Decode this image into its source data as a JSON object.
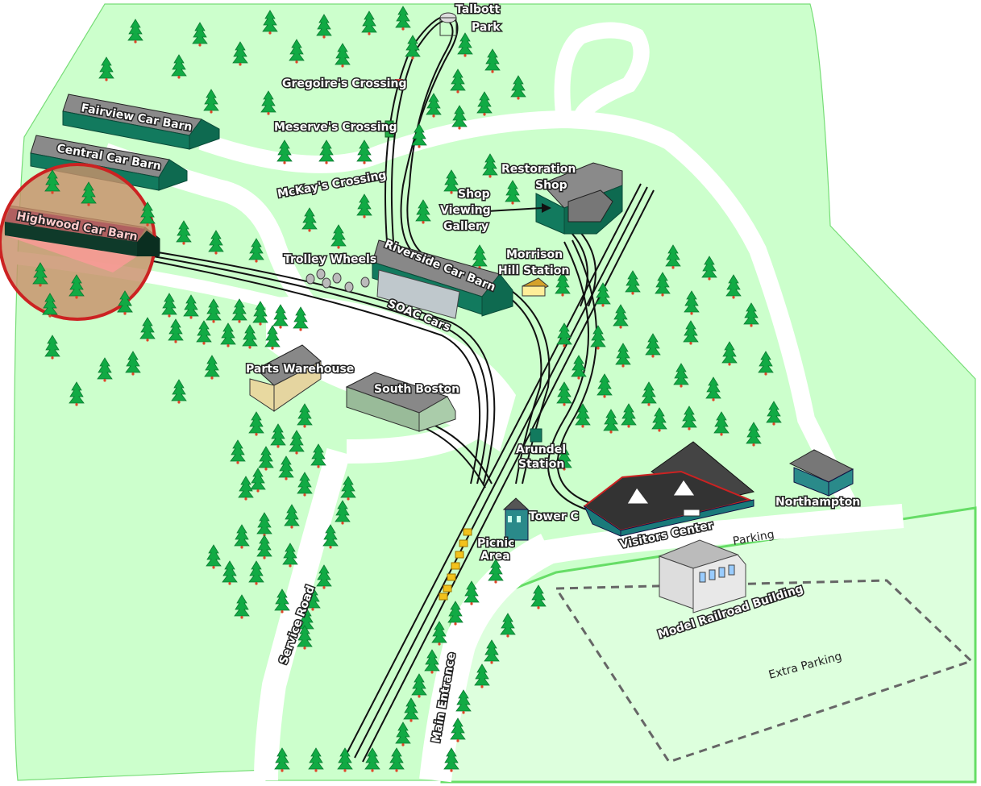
{
  "labels": {
    "talbott_park": [
      "Talbott",
      "Park"
    ],
    "gregoire_crossing": "Gregoire's Crossing",
    "meserve_crossing": "Meserve's Crossing",
    "mckay_crossing": "McKay's Crossing",
    "fairview_car_barn": "Fairview Car Barn",
    "central_car_barn": "Central Car Barn",
    "highwood_car_barn": "Highwood Car Barn",
    "trolley_wheels": "Trolley Wheels",
    "restoration_shop": [
      "Restoration",
      "Shop"
    ],
    "shop_viewing_gallery": [
      "Shop",
      "Viewing",
      "Gallery"
    ],
    "morrison_hill_station": [
      "Morrison",
      "Hill Station"
    ],
    "riverside_car_barn": "Riverside Car Barn",
    "soac_cars": "SOAC Cars",
    "parts_warehouse": "Parts Warehouse",
    "south_boston": "South Boston",
    "arundel_station": [
      "Arundel",
      "Station"
    ],
    "tower_c": "Tower C",
    "picnic_area": [
      "Picnic",
      "Area"
    ],
    "visitors_center": "Visitors Center",
    "northampton": "Northampton",
    "parking": "Parking",
    "model_railroad_building": "Model Railroad Building",
    "extra_parking": "Extra Parking",
    "service_road": "Service Road",
    "main_entrance": "Main Entrance"
  },
  "colors": {
    "grass": "#ccffcc",
    "grass_light": "#ddffdd",
    "border": "#66dd66",
    "building_teal": "#127a5e",
    "roof_gray": "#888888",
    "tree": "#11aa44",
    "highlight_ring": "#cc2222",
    "highlight_fill": "#c8906a"
  },
  "highlight": {
    "target": "highwood_car_barn"
  }
}
